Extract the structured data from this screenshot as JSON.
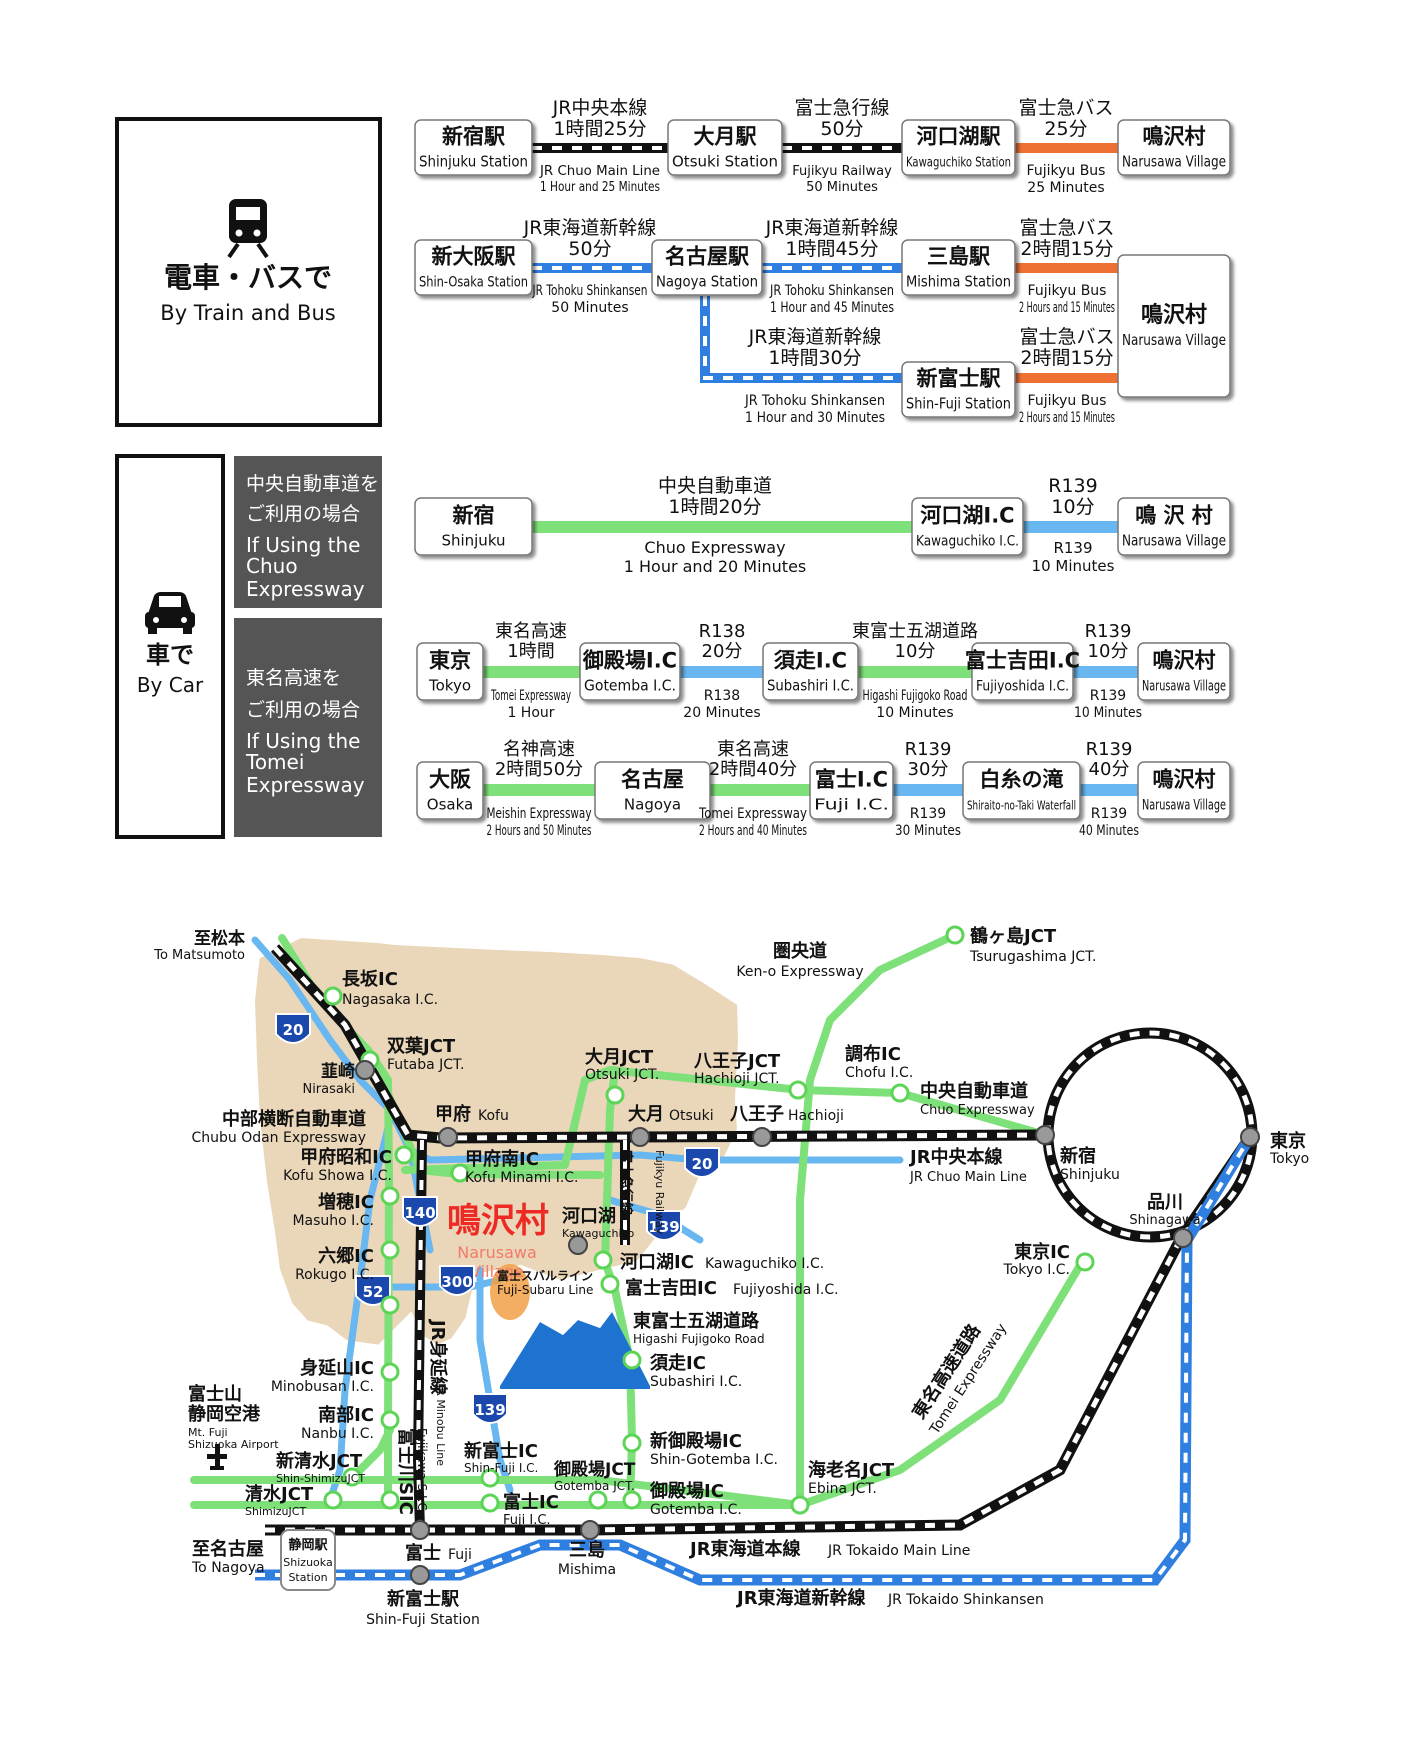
{
  "colors": {
    "train_line": "#111111",
    "shinkansen": "#2e7fe0",
    "bus": "#ef7033",
    "expressway": "#7ee078",
    "local_road": "#69b7f0",
    "land": "#ead7b9",
    "route_badge": "#1b48ad",
    "village_text": "#ee2a25",
    "sidebar_dark": "#555555",
    "fuji_blue": "#1e72d0"
  },
  "sections": {
    "train": {
      "label_jp": "電車・バスで",
      "label_en": "By Train and Bus",
      "icon": "train-icon",
      "routes": [
        {
          "stations": [
            {
              "jp": "新宿駅",
              "en": "Shinjuku Station"
            },
            {
              "jp": "大月駅",
              "en": "Otsuki Station"
            },
            {
              "jp": "河口湖駅",
              "en": "Kawaguchiko Station"
            },
            {
              "jp": "鳴沢村",
              "en": "Narusawa Village"
            }
          ],
          "legs": [
            {
              "kind": "train",
              "top1": "JR中央本線",
              "top2": "1時間25分",
              "bot1": "JR Chuo Main Line",
              "bot2": "1 Hour and 25 Minutes"
            },
            {
              "kind": "train",
              "top1": "富士急行線",
              "top2": "50分",
              "bot1": "Fujikyu Railway",
              "bot2": "50 Minutes"
            },
            {
              "kind": "bus",
              "top1": "富士急バス",
              "top2": "25分",
              "bot1": "Fujikyu Bus",
              "bot2": "25 Minutes"
            }
          ]
        },
        {
          "stations": [
            {
              "jp": "新大阪駅",
              "en": "Shin-Osaka Station"
            },
            {
              "jp": "名古屋駅",
              "en": "Nagoya Station"
            },
            {
              "jp": "三島駅",
              "en": "Mishima Station"
            },
            {
              "jp": "新富士駅",
              "en": "Shin-Fuji Station"
            },
            {
              "jp": "鳴沢村",
              "en": "Narusawa Village"
            }
          ],
          "legs": [
            {
              "kind": "shinkansen",
              "top1": "JR東海道新幹線",
              "top2": "50分",
              "bot1": "JR Tohoku Shinkansen",
              "bot2": "50 Minutes"
            },
            {
              "kind": "shinkansen",
              "top1": "JR東海道新幹線",
              "top2": "1時間45分",
              "bot1": "JR Tohoku Shinkansen",
              "bot2": "1 Hour and 45 Minutes"
            },
            {
              "kind": "bus",
              "top1": "富士急バス",
              "top2": "2時間15分",
              "bot1": "Fujikyu Bus",
              "bot2": "2 Hours and 15 Minutes"
            },
            {
              "kind": "shinkansen",
              "top1": "JR東海道新幹線",
              "top2": "1時間30分",
              "bot1": "JR Tohoku Shinkansen",
              "bot2": "1 Hour and 30 Minutes"
            },
            {
              "kind": "bus",
              "top1": "富士急バス",
              "top2": "2時間15分",
              "bot1": "Fujikyu Bus",
              "bot2": "2 Hours and 15 Minutes"
            }
          ]
        }
      ]
    },
    "car": {
      "label_jp": "車で",
      "label_en": "By Car",
      "icon": "car-icon",
      "chuo": {
        "tag_jp1": "中央自動車道を",
        "tag_jp2": "ご利用の場合",
        "tag_en1": "If Using the",
        "tag_en2": "Chuo",
        "tag_en3": "Expressway",
        "stations": [
          {
            "jp": "新宿",
            "en": "Shinjuku"
          },
          {
            "jp": "河口湖I.C",
            "en": "Kawaguchiko I.C."
          },
          {
            "jp": "鳴 沢 村",
            "en": "Narusawa Village"
          }
        ],
        "legs": [
          {
            "kind": "expressway",
            "top1": "中央自動車道",
            "top2": "1時間20分",
            "bot1": "Chuo Expressway",
            "bot2": "1 Hour and 20 Minutes"
          },
          {
            "kind": "local",
            "top1": "R139",
            "top2": "10分",
            "bot1": "R139",
            "bot2": "10 Minutes"
          }
        ]
      },
      "tomei": {
        "tag_jp1": "東名高速を",
        "tag_jp2": "ご利用の場合",
        "tag_en1": "If Using the",
        "tag_en2": "Tomei",
        "tag_en3": "Expressway",
        "row1": {
          "stations": [
            {
              "jp": "東京",
              "en": "Tokyo"
            },
            {
              "jp": "御殿場I.C",
              "en": "Gotemba I.C."
            },
            {
              "jp": "須走I.C",
              "en": "Subashiri I.C."
            },
            {
              "jp": "富士吉田I.C",
              "en": "Fujiyoshida I.C."
            },
            {
              "jp": "鳴沢村",
              "en": "Narusawa Village"
            }
          ],
          "legs": [
            {
              "kind": "expressway",
              "top1": "東名高速",
              "top2": "1時間",
              "bot1": "Tomei Expressway",
              "bot2": "1 Hour"
            },
            {
              "kind": "local",
              "top1": "R138",
              "top2": "20分",
              "bot1": "R138",
              "bot2": "20 Minutes"
            },
            {
              "kind": "expressway",
              "top1": "東富士五湖道路",
              "top2": "10分",
              "bot1": "Higashi Fujigoko Road",
              "bot2": "10 Minutes"
            },
            {
              "kind": "local",
              "top1": "R139",
              "top2": "10分",
              "bot1": "R139",
              "bot2": "10 Minutes"
            }
          ]
        },
        "row2": {
          "stations": [
            {
              "jp": "大阪",
              "en": "Osaka"
            },
            {
              "jp": "名古屋",
              "en": "Nagoya"
            },
            {
              "jp": "富士I.C",
              "en": "Fuji I.C."
            },
            {
              "jp": "白糸の滝",
              "en": "Shiraito-no-Taki Waterfall"
            },
            {
              "jp": "鳴沢村",
              "en": "Narusawa Village"
            }
          ],
          "legs": [
            {
              "kind": "expressway",
              "top1": "名神高速",
              "top2": "2時間50分",
              "bot1": "Meishin Expressway",
              "bot2": "2 Hours and 50 Minutes"
            },
            {
              "kind": "expressway",
              "top1": "東名高速",
              "top2": "2時間40分",
              "bot1": "Tomei Expressway",
              "bot2": "2 Hours and 40 Minutes"
            },
            {
              "kind": "local",
              "top1": "R139",
              "top2": "30分",
              "bot1": "R139",
              "bot2": "30 Minutes"
            },
            {
              "kind": "local",
              "top1": "R139",
              "top2": "40分",
              "bot1": "R139",
              "bot2": "40 Minutes"
            }
          ]
        }
      }
    }
  },
  "map": {
    "route_badges": [
      "20",
      "20",
      "140",
      "139",
      "300",
      "52",
      "139"
    ],
    "village": {
      "jp": "鳴沢村",
      "en1": "Narusawa",
      "en2": "Village"
    },
    "labels": {
      "to_matsumoto_jp": "至松本",
      "to_matsumoto_en": "To Matsumoto",
      "nagasaka_jp": "長坂IC",
      "nagasaka_en": "Nagasaka I.C.",
      "futaba_jp": "双葉JCT",
      "futaba_en": "Futaba JCT.",
      "nirasaki_jp": "韮崎",
      "nirasaki_en": "Nirasaki",
      "chubu_jp": "中部横断自動車道",
      "chubu_en": "Chubu Odan Expressway",
      "kofu_jp": "甲府",
      "kofu_en": "Kofu",
      "kofushowa_jp": "甲府昭和IC",
      "kofushowa_en": "Kofu Showa I.C.",
      "kofuminami_jp": "甲府南IC",
      "kofuminami_en": "Kofu Minami I.C.",
      "masuho_jp": "増穂IC",
      "masuho_en": "Masuho I.C.",
      "rokugo_jp": "六郷IC",
      "rokugo_en": "Rokugo I.C.",
      "minobusan_jp": "身延山IC",
      "minobusan_en": "Minobusan I.C.",
      "nanbu_jp": "南部IC",
      "nanbu_en": "Nanbu I.C.",
      "airport_jp1": "富士山",
      "airport_jp2": "静岡空港",
      "airport_en1": "Mt. Fuji",
      "airport_en2": "Shizuoka Airport",
      "shinshimizu_jp": "新清水JCT",
      "shinshimizu_en": "Shin-ShimizuJCT",
      "shimizu_jp": "清水JCT",
      "shimizu_en": "ShimizuJCT",
      "to_nagoya_jp": "至名古屋",
      "to_nagoya_en": "To Nagoya",
      "shizuoka_jp": "静岡駅",
      "shizuoka_en1": "Shizuoka",
      "shizuoka_en2": "Station",
      "fuji_jp": "富士",
      "fuji_en": "Fuji",
      "shinfuji_st_jp": "新富士駅",
      "shinfuji_st_en": "Shin-Fuji Station",
      "mishima_jp": "三島",
      "mishima_en": "Mishima",
      "jr_minobu_jp": "JR身延線",
      "jr_minobu_en": "JR Minobu Line",
      "fujikawa_jp": "富士川SIC",
      "fujikawa_en": "Fujikawa S.I.C",
      "shinfuji_ic_jp": "新富士IC",
      "shinfuji_ic_en": "Shin-Fuji I.C.",
      "fuji_ic_jp": "富士IC",
      "fuji_ic_en": "Fuji I.C.",
      "gotemba_jct_jp": "御殿場JCT",
      "gotemba_jct_en": "Gotemba JCT.",
      "gotemba_ic_jp": "御殿場IC",
      "gotemba_ic_en": "Gotemba I.C.",
      "shingotemba_jp": "新御殿場IC",
      "shingotemba_en": "Shin-Gotemba I.C.",
      "subashiri_jp": "須走IC",
      "subashiri_en": "Subashiri I.C.",
      "higashifujigoko_jp": "東富士五湖道路",
      "higashifujigoko_en": "Higashi Fujigoko Road",
      "fujiyoshida_jp": "富士吉田IC",
      "fujiyoshida_en": "Fujiyoshida I.C.",
      "kawaguchiko_ic_jp": "河口湖IC",
      "kawaguchiko_ic_en": "Kawaguchiko I.C.",
      "kawaguchiko_jp": "河口湖",
      "kawaguchiko_en": "Kawaguchiko",
      "fujisubaru_jp": "富士スバルライン",
      "fujisubaru_en": "Fuji-Subaru Line",
      "fujikyu_jp": "富士急行線",
      "fujikyu_en": "Fujikyu Railway",
      "otsuki_jct_jp": "大月JCT",
      "otsuki_jct_en": "Otsuki JCT.",
      "otsuki_jp": "大月",
      "otsuki_en": "Otsuki",
      "hachioji_jct_jp": "八王子JCT",
      "hachioji_jct_en": "Hachioji JCT.",
      "hachioji_jp": "八王子",
      "hachioji_en": "Hachioji",
      "keno_jp": "圏央道",
      "keno_en": "Ken-o Expressway",
      "tsurugashima_jp": "鶴ヶ島JCT",
      "tsurugashima_en": "Tsurugashima JCT.",
      "chofu_jp": "調布IC",
      "chofu_en": "Chofu I.C.",
      "chuo_expy_jp": "中央自動車道",
      "chuo_expy_en": "Chuo Expressway",
      "chuo_main_jp": "JR中央本線",
      "chuo_main_en": "JR Chuo Main Line",
      "shinjuku_jp": "新宿",
      "shinjuku_en": "Shinjuku",
      "tokyo_jp": "東京",
      "tokyo_en": "Tokyo",
      "shinagawa_jp": "品川",
      "shinagawa_en": "Shinagawa",
      "tokyo_ic_jp": "東京IC",
      "tokyo_ic_en": "Tokyo I.C.",
      "tomei_jp": "東名高速道路",
      "tomei_en": "Tomei Expressway",
      "ebina_jp": "海老名JCT",
      "ebina_en": "Ebina JCT.",
      "tokaido_main_jp": "JR東海道本線",
      "tokaido_main_en": "JR Tokaido Main Line",
      "tokaido_shin_jp": "JR東海道新幹線",
      "tokaido_shin_en": "JR Tokaido Shinkansen"
    }
  }
}
